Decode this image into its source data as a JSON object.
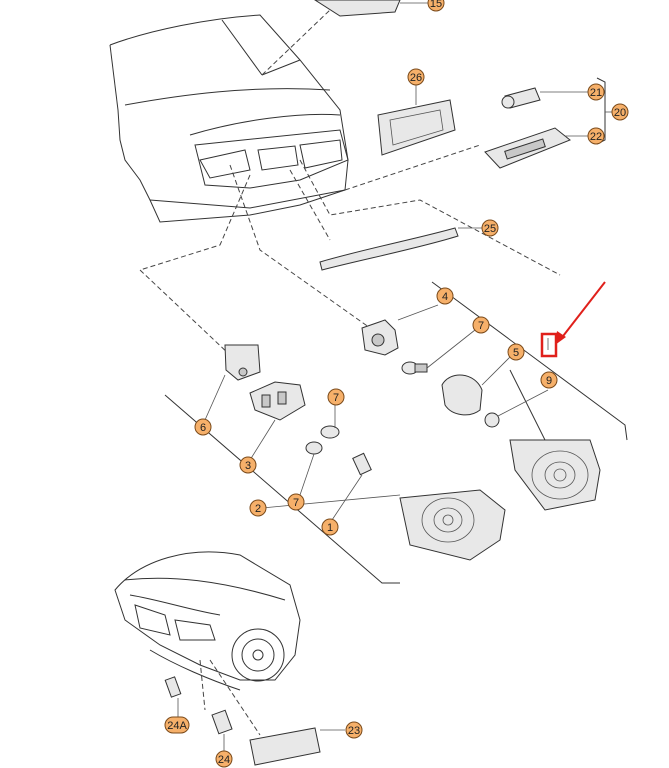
{
  "diagram": {
    "labels": {
      "p15": "15",
      "p26": "26",
      "p21": "21",
      "p20": "20",
      "p22": "22",
      "p25": "25",
      "p4": "4",
      "p7a": "7",
      "p5": "5",
      "p9": "9",
      "p6": "6",
      "p7b": "7",
      "p3": "3",
      "p2": "2",
      "p7c": "7",
      "p1": "1",
      "p24A": "24A",
      "p24": "24",
      "p23": "23"
    },
    "colors": {
      "badge": "#f6b06a",
      "highlight": "#e0201b"
    }
  }
}
